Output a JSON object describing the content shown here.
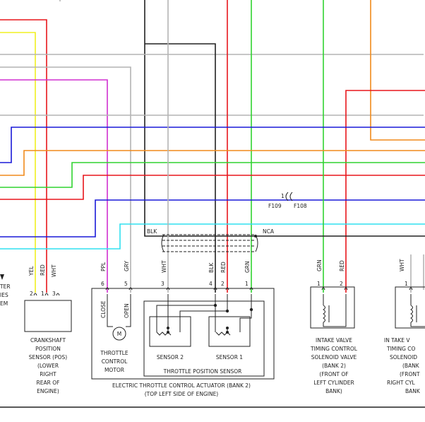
{
  "wire_colors": {
    "red": "#e8161c",
    "green": "#30d430",
    "blue": "#1a1ad8",
    "orange": "#f08a1c",
    "magenta": "#d030d0",
    "yellow": "#f0f020",
    "gray": "#b4b4b4",
    "cyan": "#30e0f0",
    "black": "#222222",
    "darkgreen": "#20a030"
  },
  "wire_labels": {
    "yel": "YEL",
    "red_ck": "RED",
    "wht_ck": "WHT",
    "ppl": "PPL",
    "gry": "GRY",
    "wht_etc": "WHT",
    "blk_tps": "BLK",
    "red_tps": "RED",
    "grn_tps": "GRN",
    "grn_iv": "GRN",
    "red_iv": "RED",
    "wht_iv2": "WHT",
    "blk_shield": "BLK",
    "nca": "NCA"
  },
  "pins": {
    "ck": [
      "2",
      "1",
      "3"
    ],
    "motor": [
      "6",
      "5"
    ],
    "wht_pin": "3",
    "tps": [
      "4",
      "2",
      "1"
    ],
    "iv1": [
      "1",
      "2"
    ],
    "iv2": [
      "1"
    ]
  },
  "connector": {
    "pin": "1",
    "left": "F109",
    "right": "F108"
  },
  "left_text": {
    "line1": "TER",
    "line2": "IES",
    "line3": "EM"
  },
  "components": {
    "crankshaft": [
      "CRANKSHAFT",
      "POSITION",
      "SENSOR (POS)",
      "(LOWER",
      "RIGHT",
      "REAR OF",
      "ENGINE)"
    ],
    "close": "CLOSE",
    "open": "OPEN",
    "motor_symbol": "M",
    "motor": [
      "THROTTLE",
      "CONTROL",
      "MOTOR"
    ],
    "sensor2": "SENSOR 2",
    "sensor1": "SENSOR 1",
    "tps": "THROTTLE POSITION SENSOR",
    "etca": [
      "ELECTRIC THROTTLE CONTROL ACTUATOR (BANK 2)",
      "(TOP LEFT SIDE OF ENGINE)"
    ],
    "iv_bank2": [
      "INTAKE VALVE",
      "TIMING CONTROL",
      "SOLENOID VALVE",
      "(BANK 2)",
      "(FRONT OF",
      "LEFT CYLINDER",
      "BANK)"
    ],
    "iv_bank1": [
      "IN TAKE V",
      "TIMING CO",
      "SOLENOID",
      "(BANK",
      "(FRONT",
      "RIGHT CYL",
      "BANK"
    ]
  }
}
